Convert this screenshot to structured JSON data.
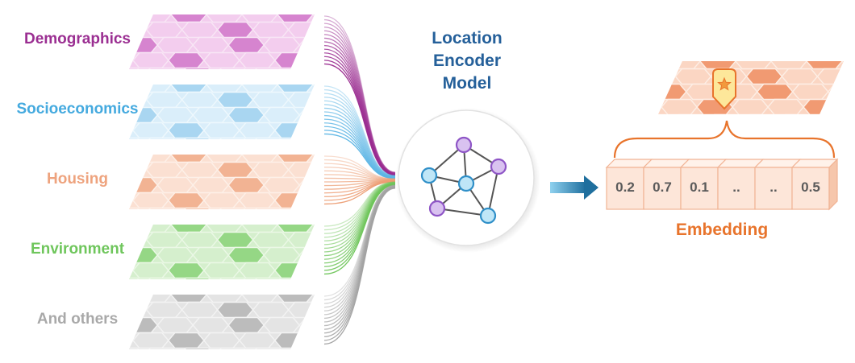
{
  "layers": [
    {
      "label": "Demographics",
      "color": "#9b2f92",
      "tile_light": "#f3cdee",
      "tile_mid": "#e3a6dc",
      "tile_dark": "#d684cf",
      "stroke": "#f8e6f5",
      "line": "#992a8f"
    },
    {
      "label": "Socioeconomics",
      "color": "#45aadf",
      "tile_light": "#daeefa",
      "tile_mid": "#bfe1f5",
      "tile_dark": "#a9d6f1",
      "stroke": "#eef8fd",
      "line": "#5ab4e4"
    },
    {
      "label": "Housing",
      "color": "#eea37e",
      "tile_light": "#fbe0d2",
      "tile_mid": "#f7c9b1",
      "tile_dark": "#f2b393",
      "stroke": "#fdf0e8",
      "line": "#ec9c72"
    },
    {
      "label": "Environment",
      "color": "#6fc65c",
      "tile_light": "#d5efcd",
      "tile_mid": "#b5e3a8",
      "tile_dark": "#95d785",
      "stroke": "#ebf8e6",
      "line": "#6cc457"
    },
    {
      "label": "And others",
      "color": "#a9a9a9",
      "tile_light": "#e4e4e4",
      "tile_mid": "#cfcfcf",
      "tile_dark": "#bcbcbc",
      "stroke": "#f3f3f3",
      "line": "#a2a2a2"
    }
  ],
  "model": {
    "title_lines": [
      "Location",
      "Encoder",
      "Model"
    ]
  },
  "embedding": {
    "title": "Embedding",
    "values": [
      "0.2",
      "0.7",
      "0.1",
      "..",
      "..",
      "0.5"
    ],
    "map_light": "#fbd6c3",
    "map_mid": "#f6b394",
    "map_dark": "#f19a72",
    "cell_fill": "#fde6d9",
    "cell_stroke": "#f1b394",
    "brace_color": "#e8742c",
    "marker_fill": "#fde79a",
    "marker_stroke": "#e8742c"
  },
  "graph": {
    "purple_fill": "#d9c2f0",
    "purple_stroke": "#8e55c6",
    "blue_fill": "#bfe6f7",
    "blue_stroke": "#2f8fc8",
    "edge_color": "#555555"
  },
  "arrow_color": "#2479a6"
}
